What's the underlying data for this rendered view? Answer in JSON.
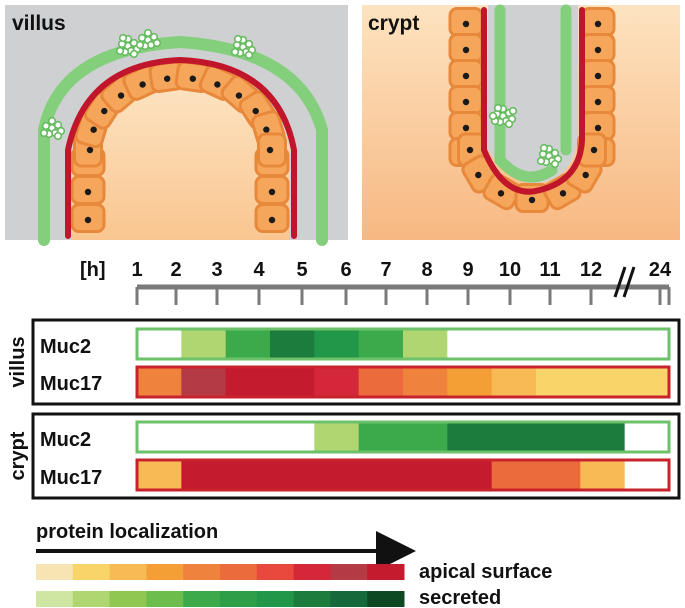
{
  "panels": {
    "villus": {
      "label": "villus"
    },
    "crypt": {
      "label": "crypt"
    }
  },
  "timeline": {
    "unit_label": "[h]",
    "ticks": [
      "1",
      "2",
      "3",
      "4",
      "5",
      "6",
      "7",
      "8",
      "9",
      "10",
      "11",
      "12",
      "24"
    ],
    "break_mark": "//"
  },
  "groups": {
    "villus": {
      "label": "villus"
    },
    "crypt": {
      "label": "crypt"
    }
  },
  "rows": {
    "villus_muc2": {
      "label": "Muc2",
      "palette": "green",
      "levels": [
        0,
        1,
        4,
        7,
        6,
        4,
        1,
        0,
        0,
        0,
        0,
        0
      ]
    },
    "villus_muc17": {
      "label": "Muc17",
      "palette": "red",
      "levels": [
        4,
        8,
        9,
        9,
        7,
        5,
        4,
        3,
        2,
        1,
        1,
        1
      ]
    },
    "crypt_muc2": {
      "label": "Muc2",
      "palette": "green",
      "levels": [
        0,
        0,
        0,
        0,
        1,
        4,
        4,
        7,
        7,
        7,
        7,
        0
      ]
    },
    "crypt_muc17": {
      "label": "Muc17",
      "palette": "red",
      "levels": [
        2,
        9,
        9,
        9,
        9,
        9,
        9,
        9,
        5,
        5,
        2,
        0
      ]
    }
  },
  "colors": {
    "green_border": "#6cc16a",
    "red_border": "#c8232c",
    "empty_cell": "#ffffff",
    "gray_bg": "#cfd0d2",
    "tissue_light": "#fde3c0",
    "tissue_dark": "#f7b882",
    "cell_fill": "#f6a65a",
    "cell_stroke": "#e8883a",
    "mucus": "#84cf7c",
    "apical_red": "#c0152b",
    "nucleus": "#1a1a1a"
  },
  "palettes": {
    "red": [
      "#f6e4b3",
      "#f9d468",
      "#f8ba55",
      "#f49f35",
      "#ef833d",
      "#ec6b3c",
      "#e8493c",
      "#d4283a",
      "#b43a45",
      "#c41b2f"
    ],
    "green": [
      "#cfe6a2",
      "#b0d671",
      "#8fc750",
      "#6dbd4d",
      "#3caa4a",
      "#2d9f48",
      "#22974a",
      "#1b7c3e",
      "#15693a",
      "#0d4a24"
    ]
  },
  "legend": {
    "title": "protein localization",
    "red_label": "apical surface",
    "green_label": "secreted"
  }
}
